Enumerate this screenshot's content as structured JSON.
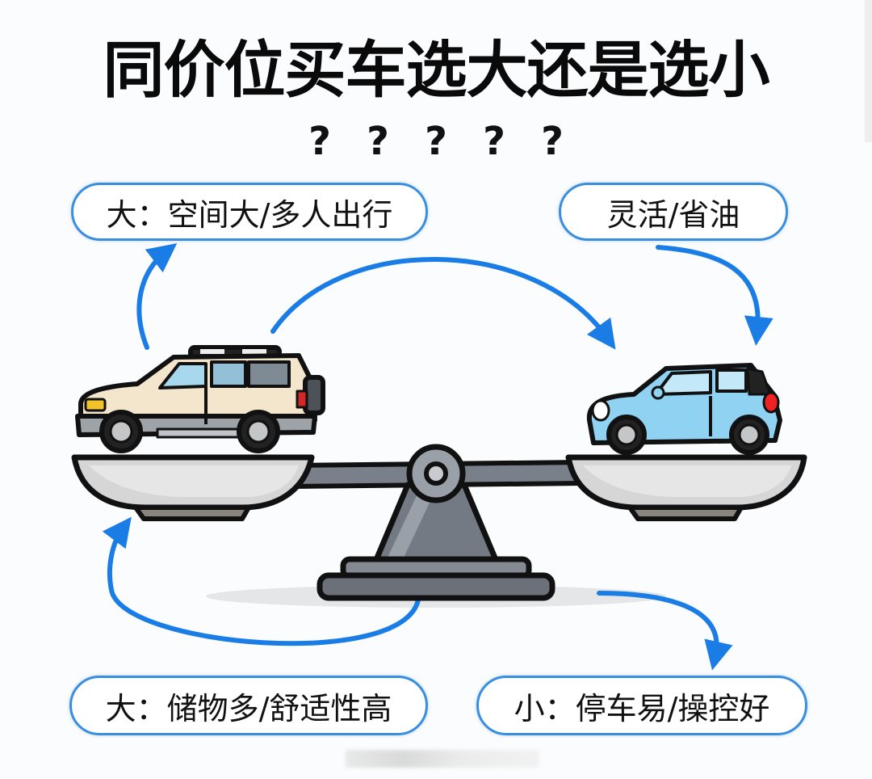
{
  "title": "同价位买车选大还是选小",
  "question_marks": [
    "?",
    "?",
    "?",
    "?",
    "?"
  ],
  "labels": {
    "top_left": "大：空间大/多人出行",
    "top_right": "灵活/省油",
    "bottom_left": "大：储物多/舒适性高",
    "bottom_right": "小：停车易/操控好"
  },
  "illustration": {
    "left_vehicle": "suv",
    "right_vehicle": "compact-hatchback",
    "center": "balance-scale"
  },
  "colors": {
    "accent_blue": "#1a7de6",
    "pill_border": "#3a8ee0",
    "suv_body": "#f4e6cc",
    "compact_body": "#8fd2f2",
    "scale_gray": "#707680",
    "pan_gray": "#d4d4d4",
    "text": "#0a0a0a"
  }
}
